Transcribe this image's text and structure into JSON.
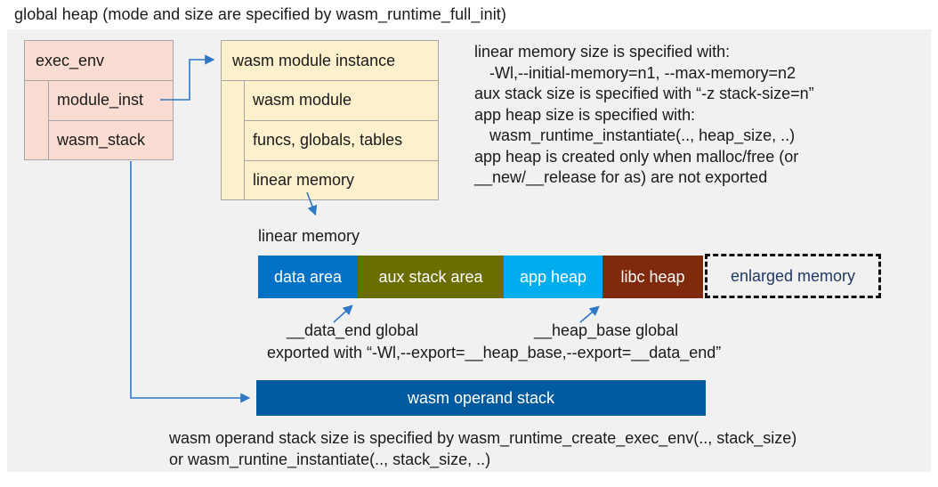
{
  "title": "global heap (mode and size are specified by wasm_runtime_full_init)",
  "colors": {
    "panel_bg": "#f2f1f1",
    "struct_box_bg": "#fbdcd2",
    "instance_box_bg": "#fcf0cd",
    "border": "#a6a6a6",
    "arrow": "#2e79c7",
    "operand_stack_bg": "#005a9e",
    "enlarged_text": "#1f3864"
  },
  "exec_env": {
    "header": "exec_env",
    "rows": [
      "module_inst",
      "wasm_stack"
    ]
  },
  "module_instance": {
    "header": "wasm module instance",
    "rows": [
      "wasm module",
      "funcs, globals, tables",
      "linear memory"
    ]
  },
  "notes": {
    "lines": [
      {
        "text": "linear memory size is specified with:"
      },
      {
        "text": "-Wl,--initial-memory=n1, --max-memory=n2"
      },
      {
        "text": "aux stack size is specified with “-z stack-size=n”"
      },
      {
        "text": "app heap size is specified with:"
      },
      {
        "text": "wasm_runtime_instantiate(.., heap_size, ..)"
      },
      {
        "text": "app heap is created only when malloc/free (or"
      },
      {
        "text": "__new/__release for as) are not exported"
      }
    ]
  },
  "linear_memory": {
    "label": "linear memory",
    "segments": [
      {
        "label": "data area",
        "color": "#0071c5"
      },
      {
        "label": "aux stack area",
        "color": "#6a6e00"
      },
      {
        "label": "app heap",
        "color": "#00aeef"
      },
      {
        "label": "libc heap",
        "color": "#7f2a0d"
      }
    ],
    "enlarged_label": "enlarged memory"
  },
  "annotations": {
    "data_end": "__data_end global",
    "heap_base": "__heap_base global",
    "exported": "exported with “-Wl,--export=__heap_base,--export=__data_end”"
  },
  "operand_stack": {
    "label": "wasm operand stack"
  },
  "footer": {
    "line1": "wasm operand stack size is specified by wasm_runtime_create_exec_env(.., stack_size)",
    "line2": "or wasm_runtine_instantiate(.., stack_size, ..)"
  }
}
